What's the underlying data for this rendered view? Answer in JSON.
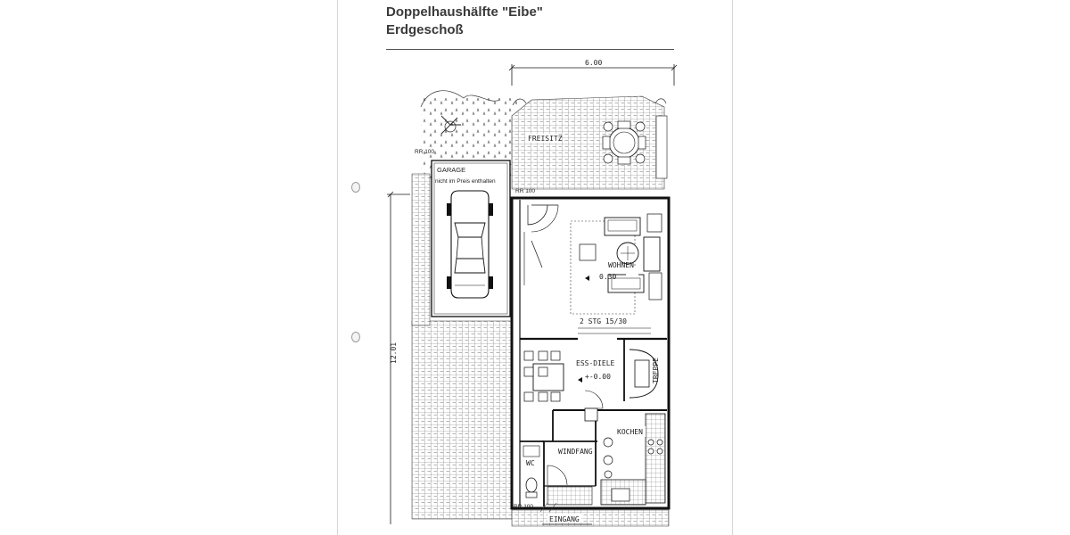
{
  "header": {
    "title_line1": "Doppelhaushälfte \"Eibe\"",
    "title_line2": "Erdgeschoß"
  },
  "dimensions": {
    "width": "6.00",
    "depth": "12.01"
  },
  "rooms": {
    "freisitz": "FREISITZ",
    "garage": "GARAGE",
    "garage_note": "nicht im Preis enthalten",
    "wohnen": "WOHNEN",
    "wohnen_level": "0.30",
    "stair_steps": "2 STG 15/30",
    "ess_diele": "ESS-DIELE",
    "ess_level": "+-0.00",
    "treppe": "TREPPE",
    "kochen": "KOCHEN",
    "windfang": "WINDFANG",
    "wc": "WC",
    "eingang": "EINGANG"
  },
  "rr_labels": {
    "rr_top_left": "RR 100",
    "rr_mid": "RR 100",
    "rr_bottom": "RR 100"
  },
  "colors": {
    "line": "#1a1a1a",
    "paving": "#6b6b6b"
  }
}
